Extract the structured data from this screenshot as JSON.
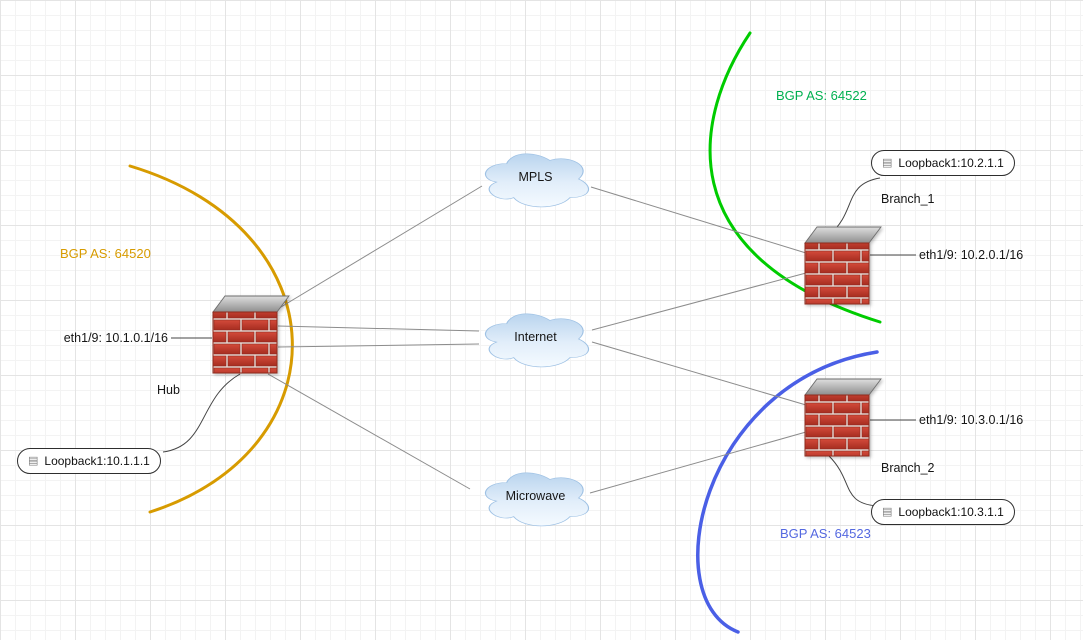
{
  "nodes": {
    "hub": {
      "name": "Hub",
      "bgp_as_label": "BGP AS: 64520",
      "eth_label": "eth1/9: 10.1.0.1/16",
      "loopback_label": "Loopback1:10.1.1.1",
      "accent_color": "#D79B00"
    },
    "branch1": {
      "name": "Branch_1",
      "bgp_as_label": "BGP AS: 64522",
      "eth_label": "eth1/9: 10.2.0.1/16",
      "loopback_label": "Loopback1:10.2.1.1",
      "accent_color": "#00CC00"
    },
    "branch2": {
      "name": "Branch_2",
      "bgp_as_label": "BGP AS: 64523",
      "eth_label": "eth1/9: 10.3.0.1/16",
      "loopback_label": "Loopback1:10.3.1.1",
      "accent_color": "#4A5FE6"
    }
  },
  "clouds": {
    "mpls": "MPLS",
    "internet": "Internet",
    "microwave": "Microwave"
  },
  "icons": {
    "loopback_icon": "note-icon"
  },
  "colors": {
    "link_line": "#8c8c8c",
    "firewall_brick": "#C0392B",
    "firewall_top": "#9a9a9a",
    "cloud_fill": "#CFE2F5",
    "grid_major": "#e4e4e4",
    "grid_minor": "#f3f3f3"
  }
}
